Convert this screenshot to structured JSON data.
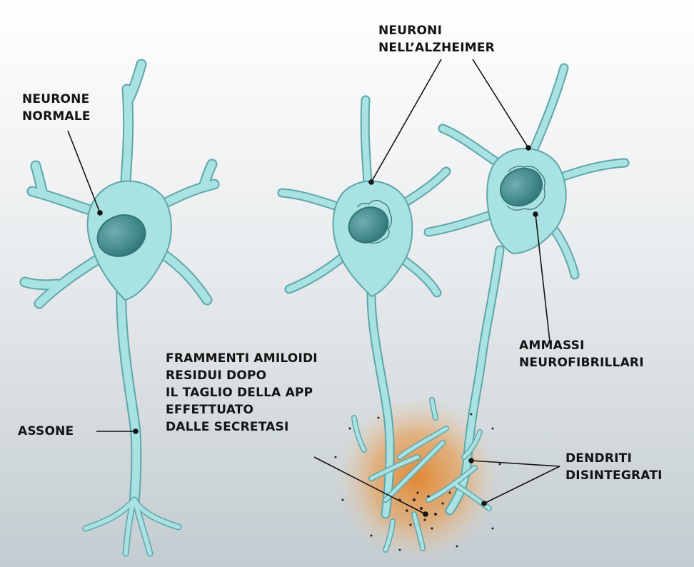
{
  "labels": {
    "normal_neuron": [
      "NEURONE",
      "NORMALE"
    ],
    "alzheimer_neurons": [
      "NEURONI",
      "NELL’ALZHEIMER"
    ],
    "axon": "ASSONE",
    "amyloid_fragments": [
      "FRAMMENTI AMILOIDI",
      "RESIDUI DOPO",
      "IL TAGLIO DELLA APP",
      "EFFETTUATO",
      "DALLE SECRETASI"
    ],
    "tangles": [
      "AMMASSI",
      "NEUROFIBRILLARI"
    ],
    "dendrites": [
      "DENDRITI",
      "DISINTEGRATI"
    ]
  },
  "colors": {
    "neuron_fill": "#a9e2e2",
    "neuron_stroke": "#5fa5a9",
    "nucleus": "#3f8a8c",
    "plaque_glow": "#e0842c",
    "background_top": "#ffffff",
    "background_bottom": "#c4cdd2"
  }
}
